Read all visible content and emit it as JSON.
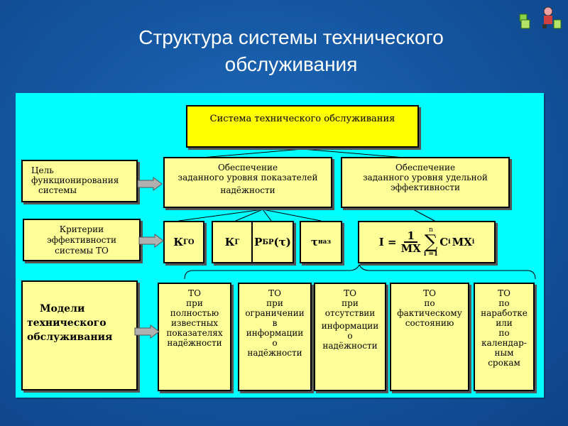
{
  "slide": {
    "title_line1": "Структура системы технического",
    "title_line2": "обслуживания"
  },
  "top": {
    "label": "Система технического обслуживания"
  },
  "goal": {
    "left": [
      "Цель",
      "функционирования",
      "системы"
    ],
    "reliability": [
      "Обеспечение",
      "заданного уровня показателей",
      "надёжности"
    ],
    "efficiency": [
      "Обеспечение",
      "заданного уровня удельной",
      "эффективности"
    ]
  },
  "criteria": {
    "left": [
      "Критерии",
      "эффективности",
      "системы ТО"
    ],
    "k_to": "К",
    "k_to_sub": "ГО",
    "k_g": "К",
    "k_g_sub": "Г",
    "p_br": "Р",
    "p_br_sub": "БР",
    "p_br_arg": "(τ)",
    "tau": "τ",
    "tau_sub": "наз",
    "formula": {
      "lhs": "I =",
      "num": "1",
      "den": "MX",
      "sum_top": "n",
      "sum_bottom": "i =1",
      "term": "C",
      "term_sub": "i",
      "mx": "MX",
      "mx_sub": "i"
    }
  },
  "models": {
    "left": [
      "Модели",
      "технического",
      "обслуживания"
    ],
    "items": [
      [
        "ТО",
        "при",
        "полностью",
        "известных",
        "показателях",
        "надёжности"
      ],
      [
        "ТО",
        "при",
        "ограничении",
        "в",
        "информации",
        "о",
        "надёжности"
      ],
      [
        "ТО",
        "при",
        "отсутствии",
        "информации",
        "о",
        "надёжности"
      ],
      [
        "ТО",
        "по",
        "фактическому",
        "состоянию"
      ],
      [
        "ТО",
        "по",
        "наработке",
        "или",
        "по",
        "календар-",
        "ным",
        "срокам"
      ]
    ]
  }
}
